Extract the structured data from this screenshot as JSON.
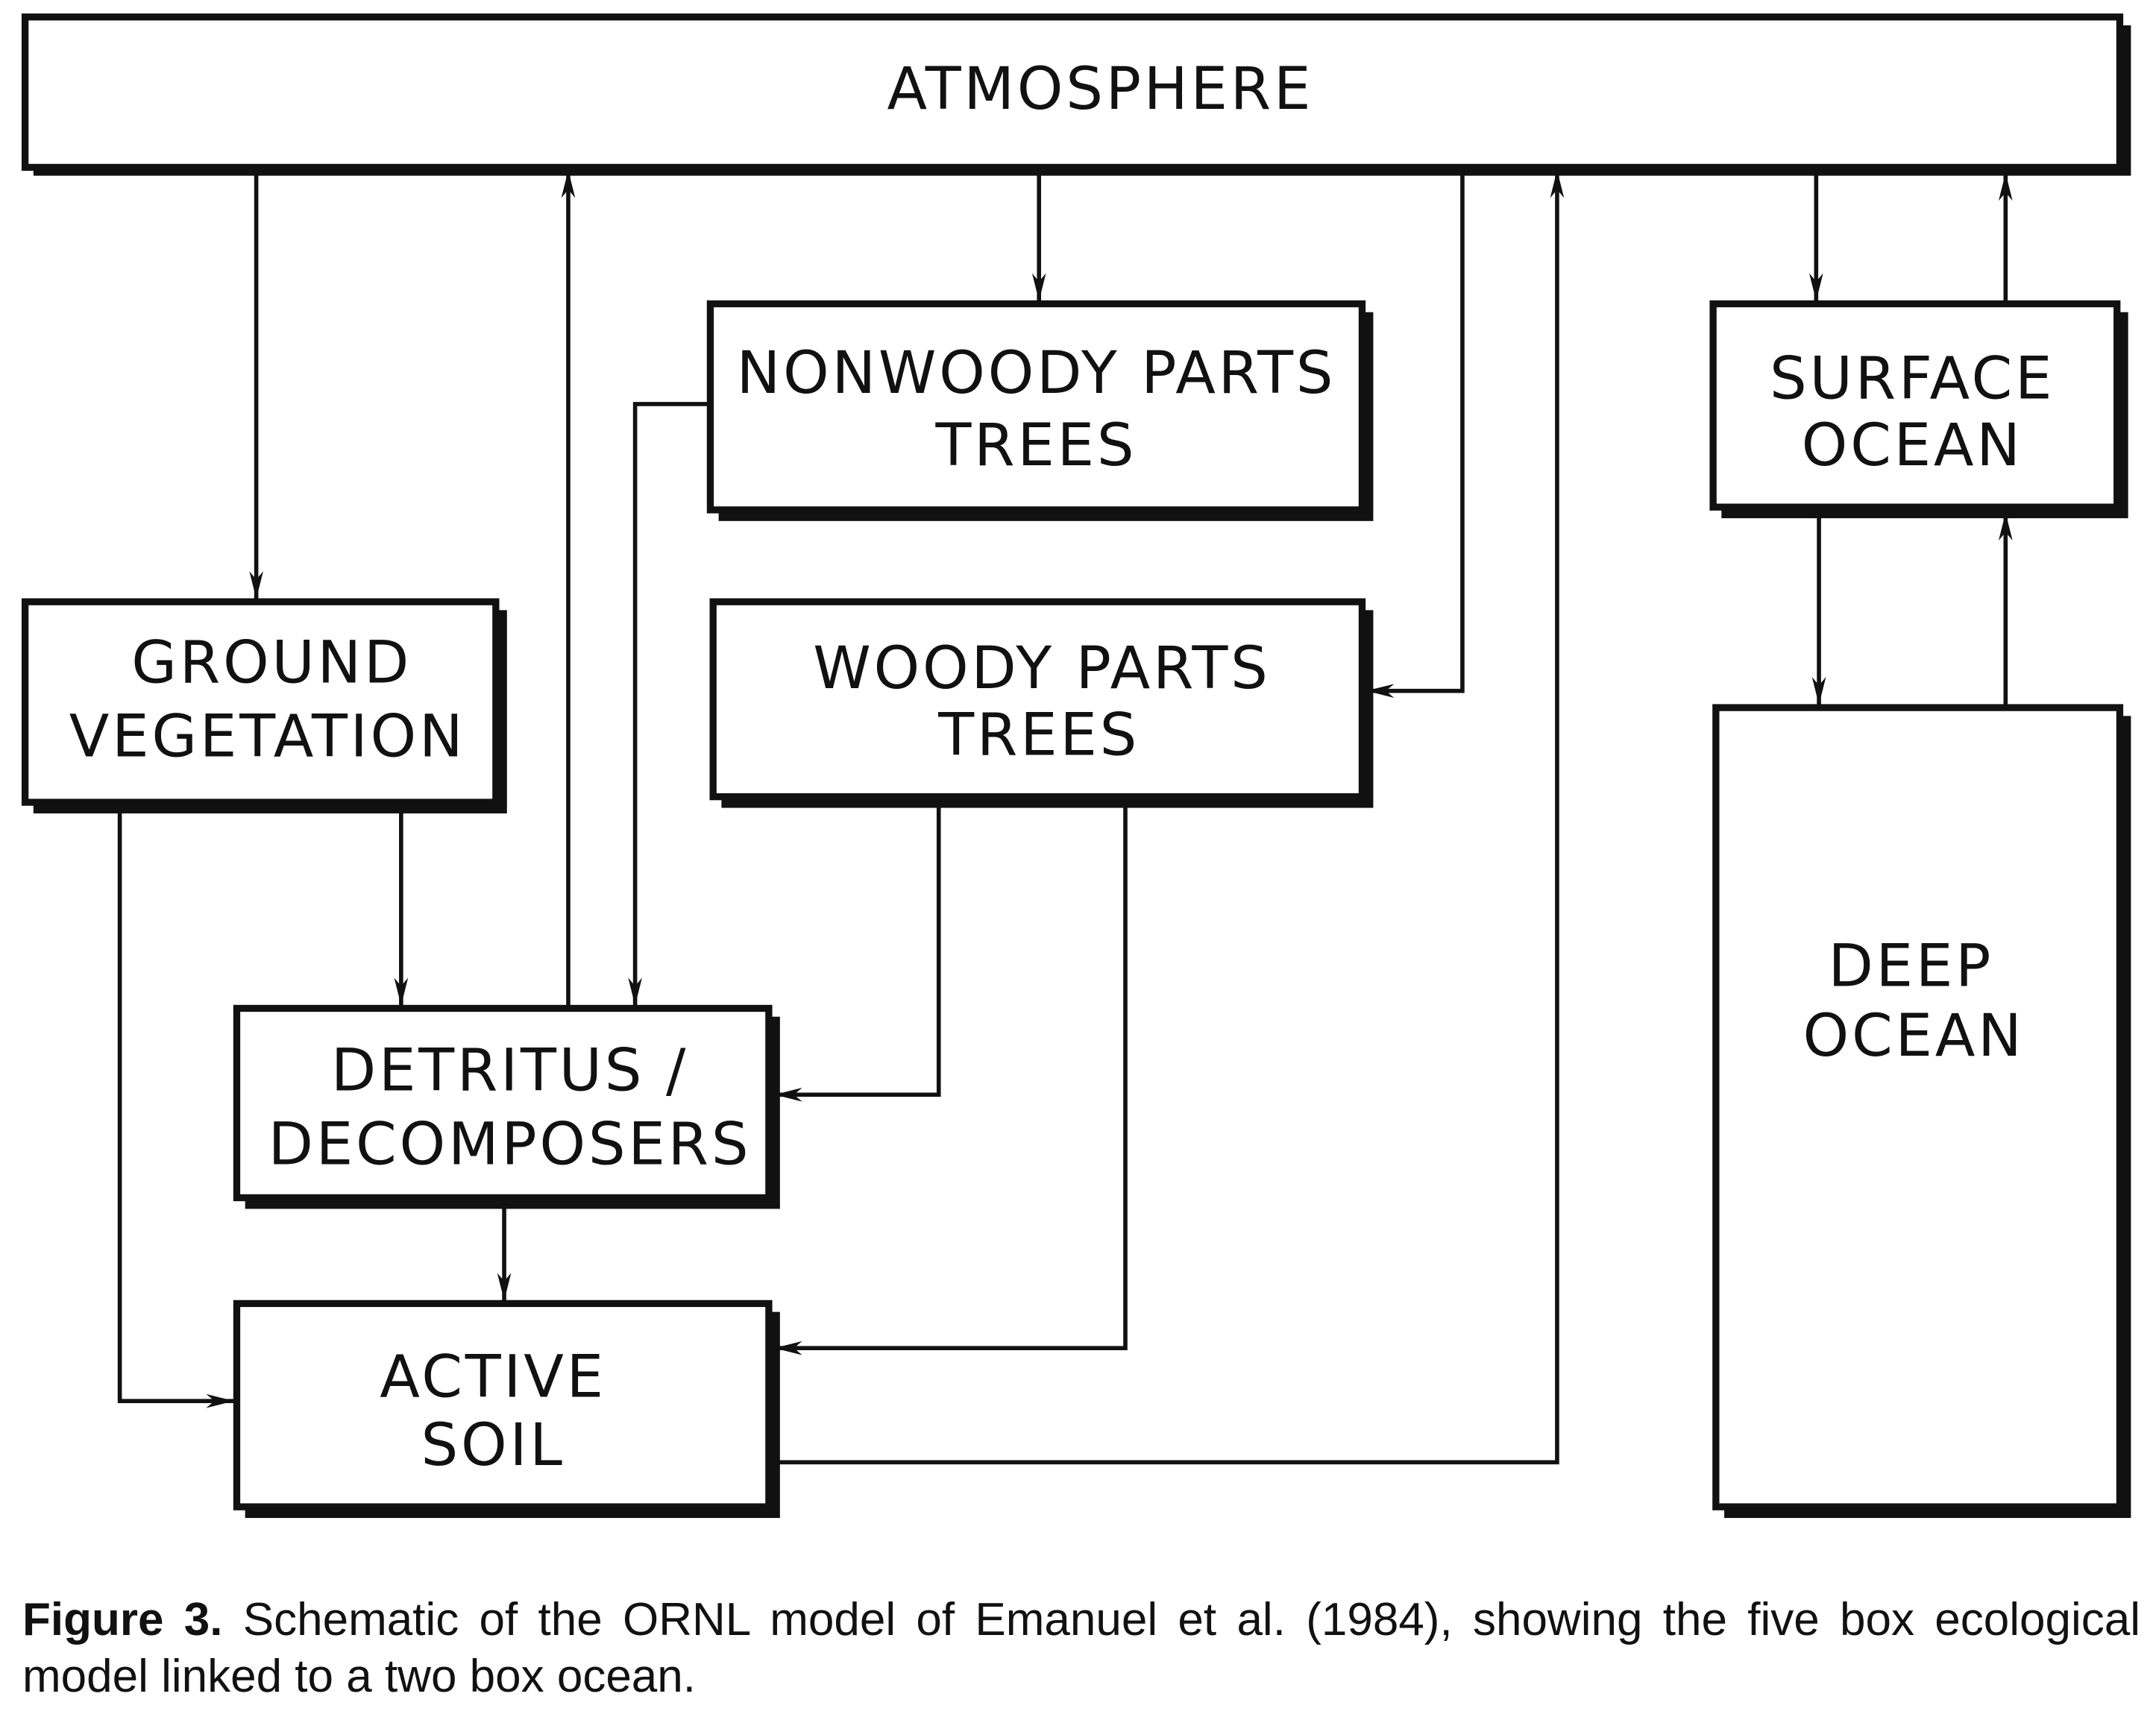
{
  "boxes": {
    "atmosphere": [
      "ATMOSPHERE"
    ],
    "nonwoody": [
      "NONWOODY  PARTS",
      "TREES"
    ],
    "surface_ocean": [
      "SURFACE",
      "OCEAN"
    ],
    "ground_vegetation": [
      "GROUND",
      "VEGETATION"
    ],
    "woody": [
      "WOODY  PARTS",
      "TREES"
    ],
    "deep_ocean": [
      "DEEP",
      "OCEAN"
    ],
    "detritus": [
      "DETRITUS /",
      "DECOMPOSERS"
    ],
    "active_soil": [
      "ACTIVE",
      "SOIL"
    ]
  },
  "caption": {
    "label": "Figure 3.",
    "text": " Schematic of the ORNL model of Emanuel et al. (1984), showing the five box ecological model linked to a two box ocean."
  }
}
